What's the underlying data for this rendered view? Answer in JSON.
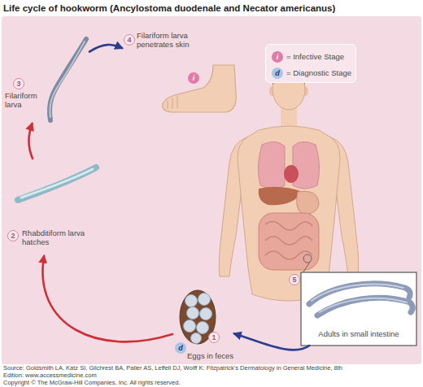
{
  "diagram": {
    "title": "Life cycle of hookworm (Ancylostoma duodenale and Necator americanus)",
    "caption": "Source: Goldsmith LA, Katz SI, Gilchrest BA, Paller AS, Leffell DJ, Wolff K: Fitzpatrick's Dermatology in General Medicine, 8th Edition: www.accessmedicine.com",
    "nodes": [
      {
        "text": [
          "4",
          "Filariform larva penetrates skin"
        ]
      },
      {
        "text": [
          "3",
          "Filariform larva"
        ]
      },
      {
        "text": [
          "2",
          "Rhabditiform larva hatches"
        ]
      },
      {
        "text": [
          "5",
          "Adults in small intestine"
        ]
      },
      {
        "text": [
          "1",
          "Eggs in feces"
        ]
      }
    ],
    "edges": [
      {
        "from": 4,
        "to": 2,
        "arrow": "to"
      },
      {
        "from": 2,
        "to": 1,
        "arrow": "to"
      },
      {
        "from": 1,
        "to": 0,
        "arrow": "to"
      },
      {
        "from": 3,
        "to": 4,
        "arrow": "to"
      }
    ],
    "labels": [
      "i",
      "i",
      "d",
      "d",
      "Copyright © The McGraw-Hill Companies, Inc. All rights reserved."
    ],
    "legend": [
      {
        "text": "= Infective Stage",
        "color": "#e27aa9"
      },
      {
        "text": "= Diagnostic Stage",
        "color": "#a9c5e8"
      }
    ]
  }
}
